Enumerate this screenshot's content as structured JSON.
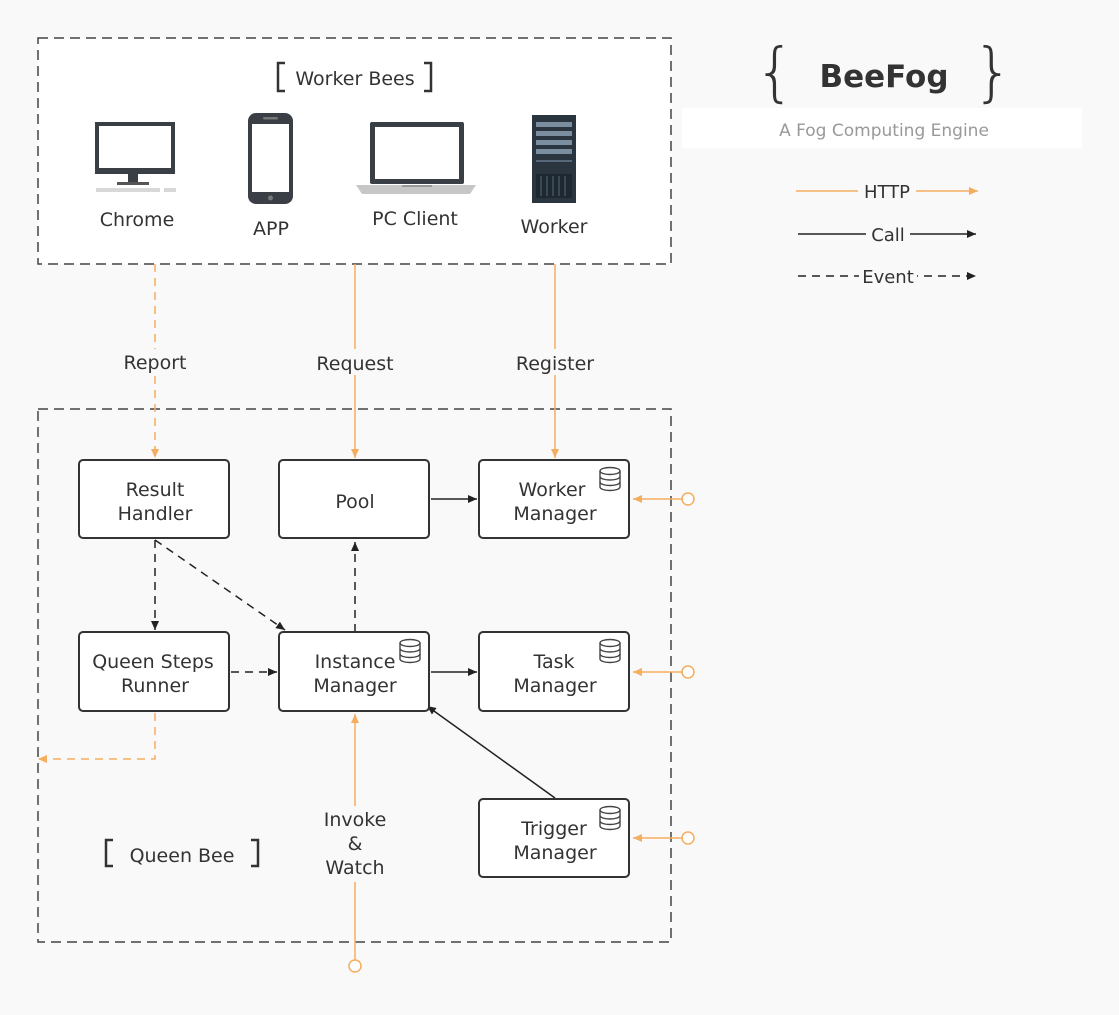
{
  "brand": {
    "title": "BeeFog",
    "subtitle": "A Fog Computing Engine"
  },
  "legend": {
    "http": "HTTP",
    "call": "Call",
    "event": "Event"
  },
  "worker_bees": {
    "title": "Worker Bees",
    "clients": {
      "chrome": "Chrome",
      "app": "APP",
      "pc_client": "PC Client",
      "worker": "Worker"
    }
  },
  "queen_bee": {
    "title": "Queen Bee",
    "nodes": {
      "result_handler": [
        "Result",
        "Handler"
      ],
      "pool": "Pool",
      "worker_manager": [
        "Worker",
        "Manager"
      ],
      "queen_steps_runner": [
        "Queen Steps",
        "Runner"
      ],
      "instance_manager": [
        "Instance",
        "Manager"
      ],
      "task_manager": [
        "Task",
        "Manager"
      ],
      "trigger_manager": [
        "Trigger",
        "Manager"
      ]
    }
  },
  "edge_labels": {
    "report": "Report",
    "request": "Request",
    "register": "Register",
    "invoke": [
      "Invoke",
      "&",
      "Watch"
    ]
  },
  "colors": {
    "http": "#f5ad60",
    "call": "#222222",
    "border": "#333333",
    "text": "#333333",
    "subtitle": "#999999"
  }
}
